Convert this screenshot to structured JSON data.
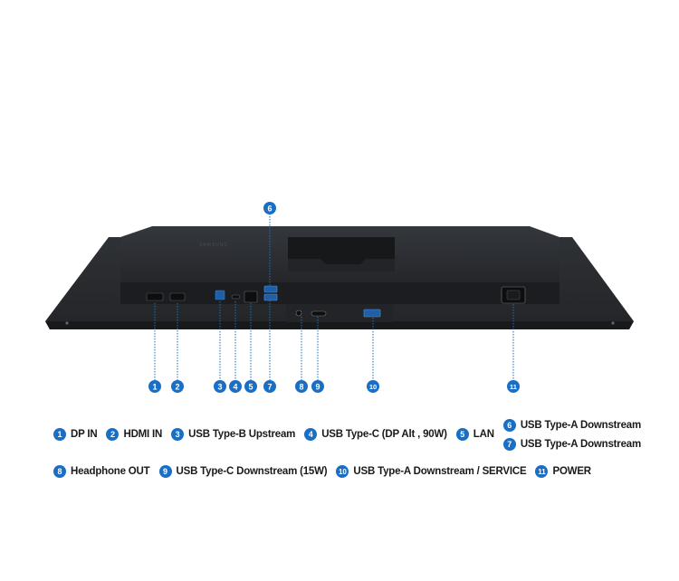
{
  "monitor": {
    "brand": "SAMSUNG"
  },
  "ports": [
    {
      "num": "1",
      "label": "DP IN"
    },
    {
      "num": "2",
      "label": "HDMI IN"
    },
    {
      "num": "3",
      "label": "USB Type-B Upstream"
    },
    {
      "num": "4",
      "label": "USB Type-C (DP Alt , 90W)"
    },
    {
      "num": "5",
      "label": "LAN"
    },
    {
      "num": "6",
      "label": "USB Type-A Downstream"
    },
    {
      "num": "7",
      "label": "USB Type-A Downstream"
    },
    {
      "num": "8",
      "label": "Headphone OUT"
    },
    {
      "num": "9",
      "label": "USB Type-C Downstream (15W)"
    },
    {
      "num": "10",
      "label": "USB Type-A Downstream / SERVICE"
    },
    {
      "num": "11",
      "label": "POWER"
    }
  ],
  "colors": {
    "accent": "#1a6fc4",
    "body": "#2a2d31",
    "body_dark": "#1c1e21"
  }
}
